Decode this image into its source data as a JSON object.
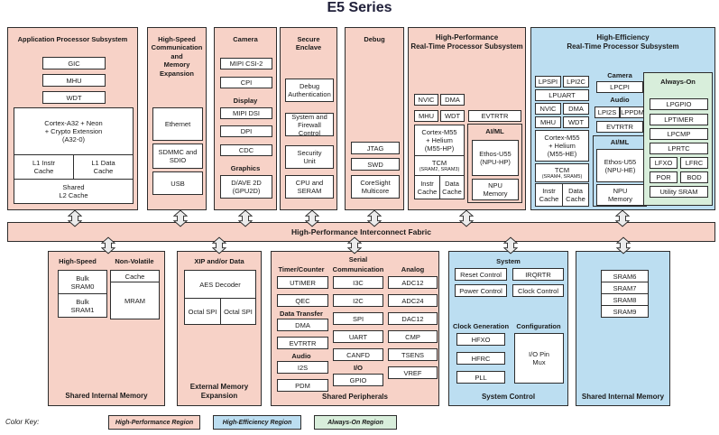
{
  "title": "E5 Series",
  "colors": {
    "high_performance_region": "#f7d2c7",
    "high_efficiency_region": "#bcdef1",
    "always_on_region": "#d8eedb"
  },
  "fabric": {
    "label": "High-Performance Interconnect Fabric"
  },
  "ap": {
    "title": "Application Processor Subsystem",
    "gic": "GIC",
    "mhu": "MHU",
    "wdt": "WDT",
    "cpu": "Cortex-A32 + Neon\n+ Crypto Extension\n(A32-0)",
    "l1i": "L1 Instr\nCache",
    "l1d": "L1 Data\nCache",
    "l2": "Shared\nL2 Cache"
  },
  "hs_comm": {
    "title": "High-Speed\nCommunication and\nMemory Expansion",
    "ethernet": "Ethernet",
    "sdmmc": "SDMMC and\nSDIO",
    "usb": "USB"
  },
  "multimedia": {
    "camera_label": "Camera",
    "mipi_csi2": "MIPI CSI-2",
    "cpi": "CPI",
    "display_label": "Display",
    "mipi_dsi": "MIPI DSI",
    "dpi": "DPI",
    "cdc": "CDC",
    "graphics_label": "Graphics",
    "gpu": "D/AVE 2D\n(GPU2D)"
  },
  "secure": {
    "title": "Secure\nEnclave",
    "debug_auth": "Debug\nAuthentication",
    "firewall": "System and\nFirewall Control",
    "security_unit": "Security\nUnit",
    "cpu_seram": "CPU and\nSERAM"
  },
  "debug": {
    "title": "Debug",
    "jtag": "JTAG",
    "swd": "SWD",
    "coresight": "CoreSight\nMulticore"
  },
  "hp": {
    "title": "High-Performance\nReal-Time Processor Subsystem",
    "nvic": "NVIC",
    "dma": "DMA",
    "mhu": "MHU",
    "wdt": "WDT",
    "evtrtr": "EVTRTR",
    "cpu": "Cortex-M55\n+ Helium\n(M55-HP)",
    "tcm": "TCM",
    "tcm_sub": "(SRAM2, SRAM3)",
    "icache": "Instr\nCache",
    "dcache": "Data\nCache",
    "aiml_label": "AI/ML",
    "npu": "Ethos-U55\n(NPU-HP)",
    "npu_mem": "NPU\nMemory"
  },
  "he": {
    "title": "High-Efficiency\nReal-Time Processor Subsystem",
    "lpspi": "LPSPI",
    "lpi2c": "LPI2C",
    "lpuart": "LPUART",
    "nvic": "NVIC",
    "dma": "DMA",
    "mhu": "MHU",
    "wdt": "WDT",
    "cpu": "Cortex-M55\n+ Helium\n(M55-HE)",
    "tcm": "TCM",
    "tcm_sub": "(SRAM4, SRAM5)",
    "icache": "Instr\nCache",
    "dcache": "Data\nCache",
    "camera_label": "Camera",
    "lpcpi": "LPCPI",
    "audio_label": "Audio",
    "lpi2s": "LPI2S",
    "lppdm": "LPPDM",
    "evtrtr": "EVTRTR",
    "aiml_label": "AI/ML",
    "npu": "Ethos-U55\n(NPU-HE)",
    "npu_mem": "NPU\nMemory"
  },
  "always_on": {
    "title": "Always-On",
    "lpgpio": "LPGPIO",
    "lptimer": "LPTIMER",
    "lpcmp": "LPCMP",
    "lprtc": "LPRTC",
    "lfxo": "LFXO",
    "lfrc": "LFRC",
    "por": "POR",
    "bod": "BOD",
    "utility_sram": "Utility SRAM"
  },
  "mem_left": {
    "hs_label": "High-Speed",
    "nv_label": "Non-Volatile",
    "sram0": "Bulk\nSRAM0",
    "sram1": "Bulk\nSRAM1",
    "cache": "Cache",
    "mram": "MRAM",
    "footer": "Shared Internal Memory"
  },
  "ext_mem": {
    "header": "XIP and/or Data",
    "aes": "AES Decoder",
    "octal_spi_1": "Octal SPI",
    "octal_spi_2": "Octal SPI",
    "footer": "External Memory\nExpansion"
  },
  "periph": {
    "timer_label": "Timer/Counter",
    "utimer": "UTIMER",
    "qec": "QEC",
    "dt_label": "Data Transfer",
    "dma": "DMA",
    "evtrtr": "EVTRTR",
    "audio_label": "Audio",
    "i2s": "I2S",
    "pdm": "PDM",
    "serial_label": "Serial",
    "comm_label": "Communication",
    "i3c": "I3C",
    "i2c": "I2C",
    "spi": "SPI",
    "uart": "UART",
    "canfd": "CANFD",
    "io_label": "I/O",
    "gpio": "GPIO",
    "analog_label": "Analog",
    "adc12": "ADC12",
    "adc24": "ADC24",
    "dac12": "DAC12",
    "cmp": "CMP",
    "tsens": "TSENS",
    "vref": "VREF",
    "footer": "Shared Peripherals"
  },
  "sysctl": {
    "system_label": "System",
    "reset": "Reset Control",
    "irqrtr": "IRQRTR",
    "power": "Power Control",
    "clock": "Clock Control",
    "clockgen_label": "Clock Generation",
    "hfxo": "HFXO",
    "hfrc": "HFRC",
    "pll": "PLL",
    "config_label": "Configuration",
    "iomux": "I/O Pin\nMux",
    "footer": "System Control"
  },
  "mem_right": {
    "sram6": "SRAM6",
    "sram7": "SRAM7",
    "sram8": "SRAM8",
    "sram9": "SRAM9",
    "footer": "Shared Internal Memory"
  },
  "key": {
    "label": "Color Key:",
    "items": [
      {
        "text": "High-Performance Region"
      },
      {
        "text": "High-Efficiency Region"
      },
      {
        "text": "Always-On Region"
      }
    ]
  }
}
